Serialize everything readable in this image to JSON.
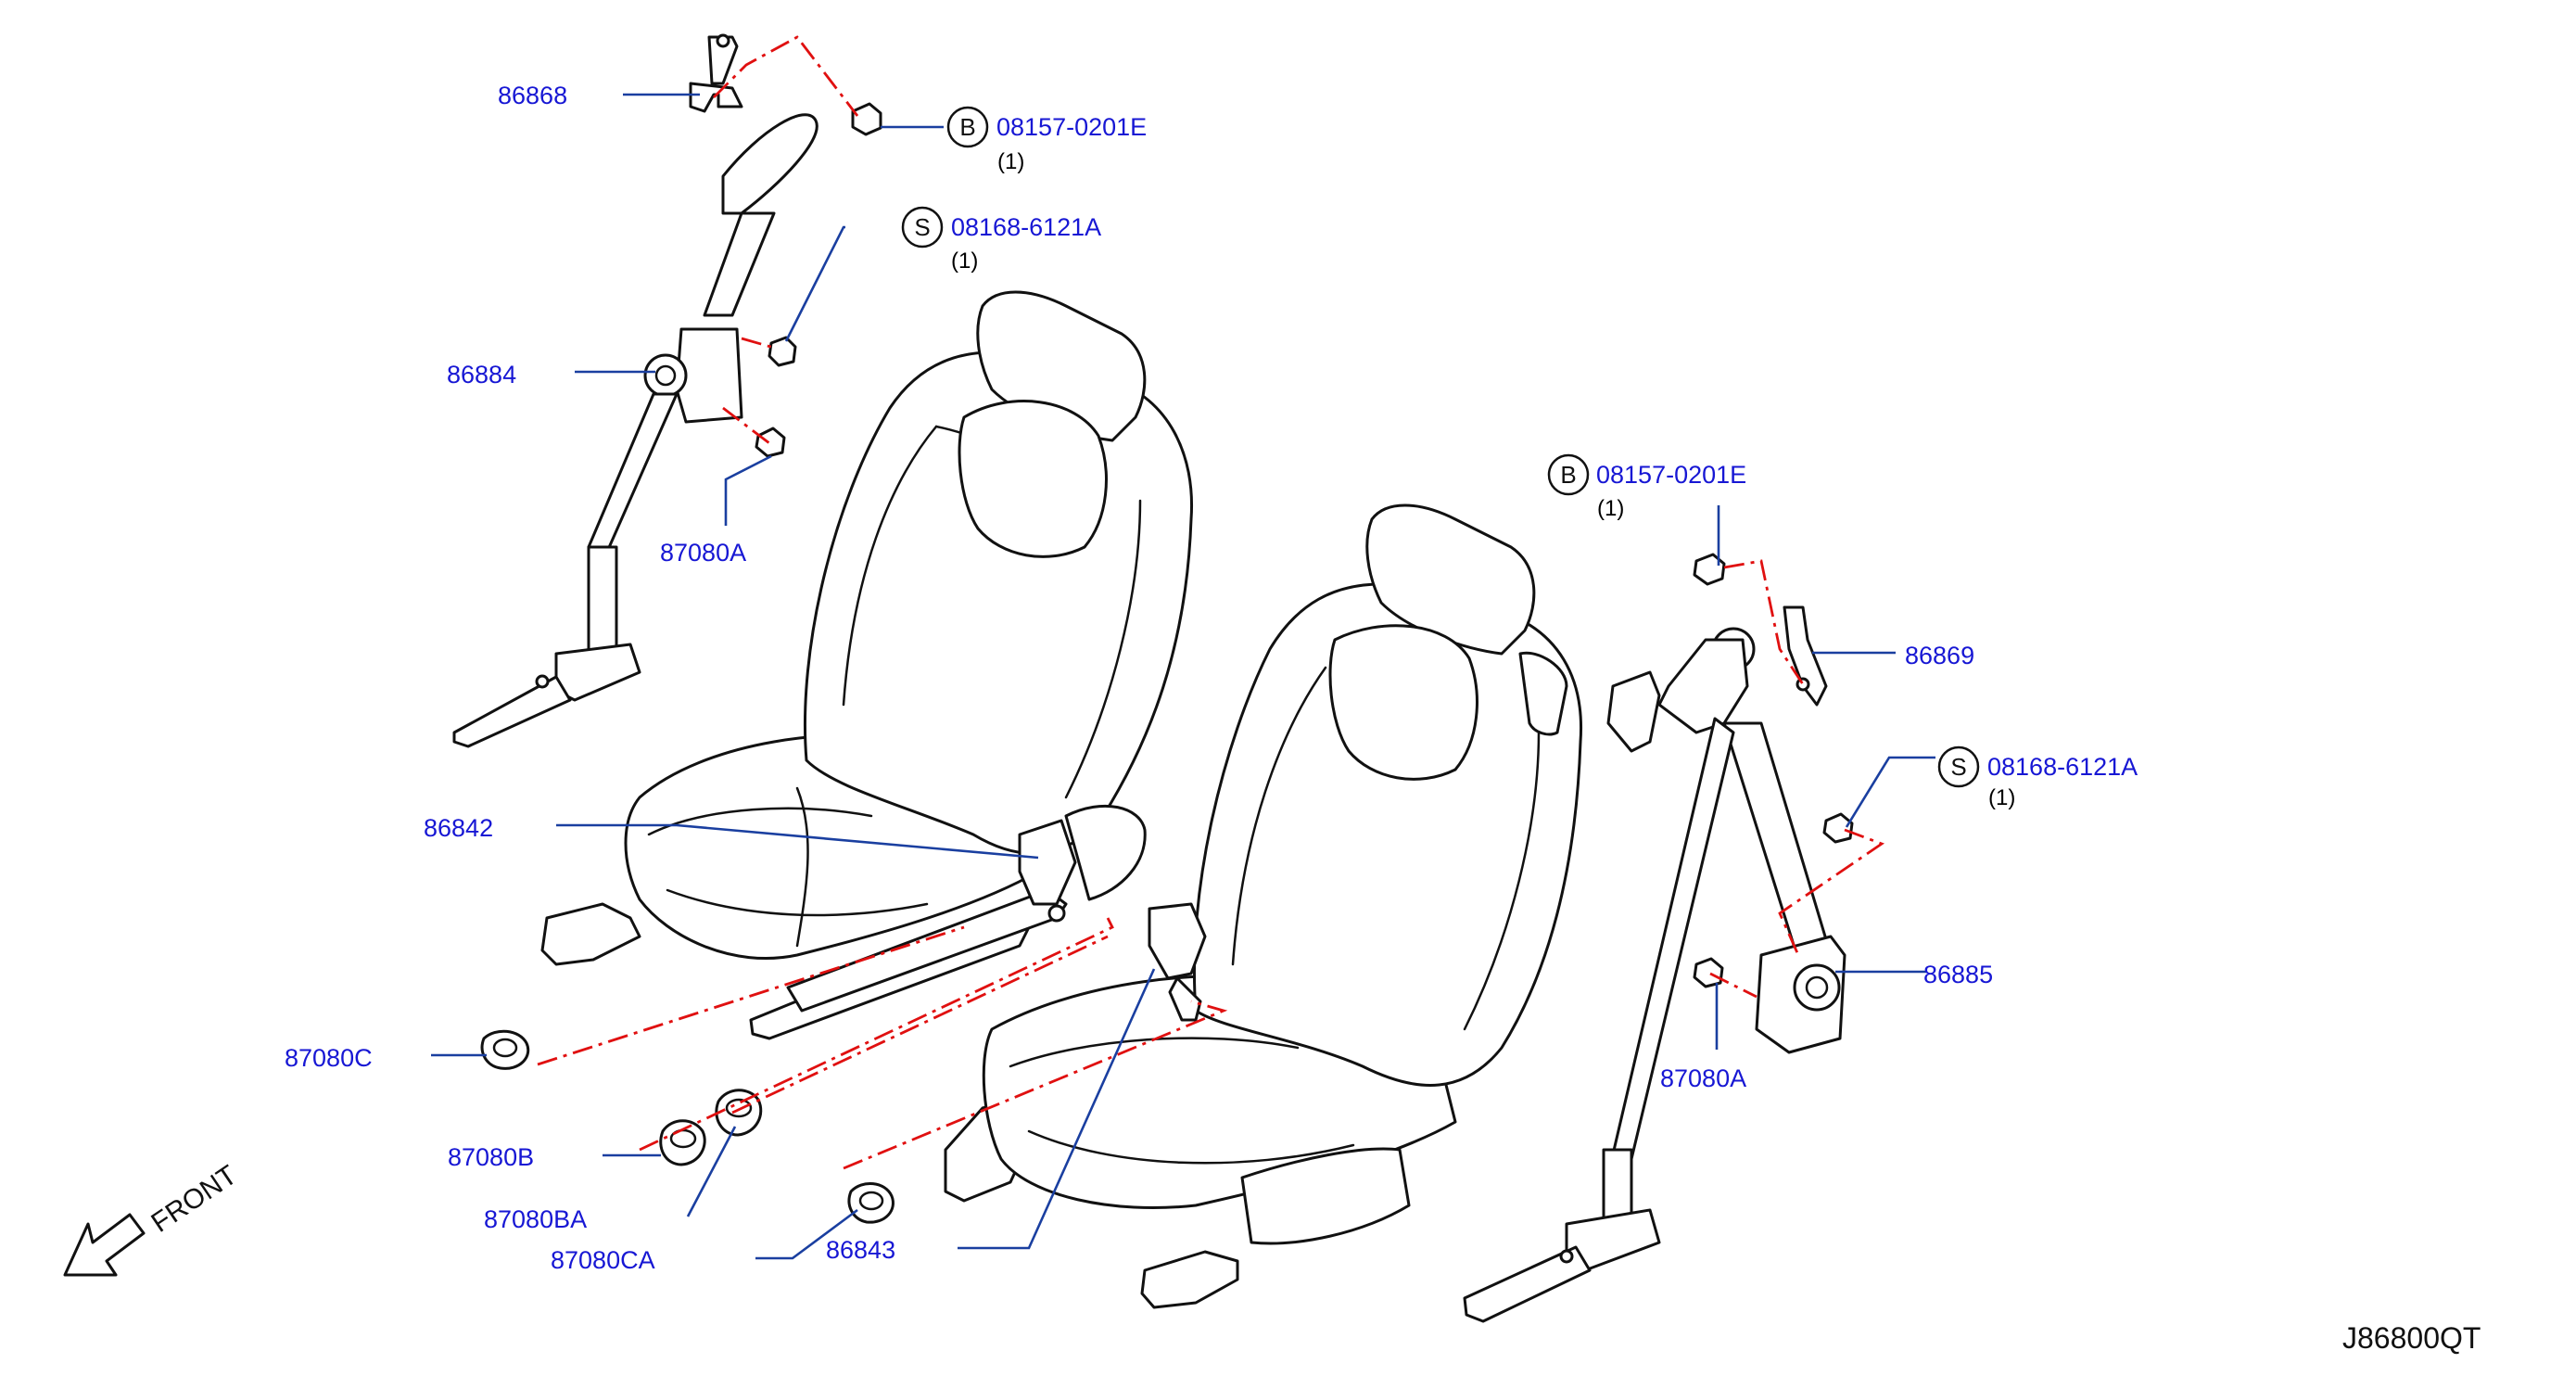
{
  "diagram_code": "J86800QT",
  "front_label": "FRONT",
  "quantity_mark": "(1)",
  "symbols": {
    "bolt_b": "B",
    "bolt_s": "S"
  },
  "callouts": {
    "p86868": "86868",
    "p08157_left": "08157-0201E",
    "p08168_left": "08168-6121A",
    "p86884": "86884",
    "p87080A_left": "87080A",
    "p86842": "86842",
    "p87080C": "87080C",
    "p87080B": "87080B",
    "p87080BA": "87080BA",
    "p87080CA": "87080CA",
    "p86843": "86843",
    "p08157_right": "08157-0201E",
    "p86869": "86869",
    "p08168_right": "08168-6121A",
    "p86885": "86885",
    "p87080A_right": "87080A"
  },
  "colors": {
    "label": "#1717d4",
    "leader": "#1a3fa0",
    "dash": "#e01010",
    "line_art": "#111111"
  }
}
